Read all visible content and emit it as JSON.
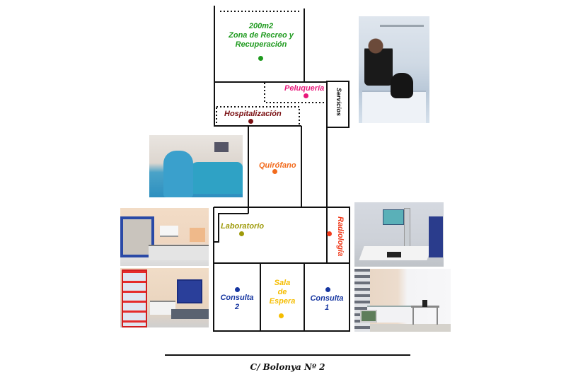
{
  "plan": {
    "street": "C/ Bolonya Nº 2",
    "rooms": {
      "recreo": {
        "lines": [
          "200m2",
          "Zona de Recreo y",
          "Recuperación"
        ],
        "color": "#1e9a1e"
      },
      "peluqueria": {
        "label": "Peluquería",
        "color": "#e8177a"
      },
      "hospitalizacion": {
        "label": "Hospitalización",
        "color": "#7a0f12"
      },
      "servicios": {
        "label": "Servicios",
        "color": "#111111"
      },
      "quirofano": {
        "label": "Quirófano",
        "color": "#f26b1d"
      },
      "laboratorio": {
        "label": "Laboratorio",
        "color": "#9e9a0a"
      },
      "radiologia": {
        "label": "Radiología",
        "color": "#f0391a"
      },
      "consulta2": {
        "lines": [
          "Consulta",
          "2"
        ],
        "color": "#1535a0"
      },
      "sala_espera": {
        "lines": [
          "Sala",
          "de",
          "Espera"
        ],
        "color": "#f5bd00"
      },
      "consulta1": {
        "lines": [
          "Consulta",
          "1"
        ],
        "color": "#1535a0"
      }
    }
  },
  "photos": [
    {
      "subject": "grooming-photo"
    },
    {
      "subject": "surgery-photo"
    },
    {
      "subject": "laboratory-photo"
    },
    {
      "subject": "pet-shop-photo"
    },
    {
      "subject": "xray-room-photo"
    },
    {
      "subject": "consulting-room-photo"
    }
  ],
  "colors": {
    "wall": "#111111",
    "background": "#ffffff"
  }
}
